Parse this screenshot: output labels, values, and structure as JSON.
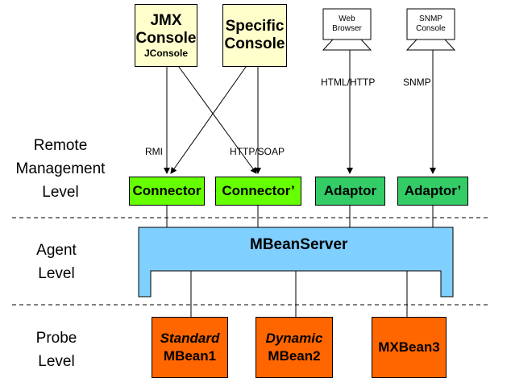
{
  "levels": {
    "remote": [
      "Remote",
      "Management",
      "Level"
    ],
    "agent": [
      "Agent",
      "Level"
    ],
    "probe": [
      "Probe",
      "Level"
    ]
  },
  "consoles": {
    "jmx": {
      "line1": "JMX",
      "line2": "Console",
      "sub": "JConsole"
    },
    "specific": {
      "line1": "Specific",
      "line2": "Console"
    }
  },
  "clients": {
    "web": {
      "line1": "Web",
      "line2": "Browser"
    },
    "snmp": {
      "line1": "SNMP",
      "line2": "Console"
    }
  },
  "protocols": {
    "rmi": "RMI",
    "soap": "HTTP/SOAP",
    "html": "HTML/HTTP",
    "snmp": "SNMP"
  },
  "connectors": [
    "Connector",
    "Connector’",
    "Adaptor",
    "Adaptor’"
  ],
  "mbeanserver": "MBeanServer",
  "mbeans": [
    {
      "kind": "Standard",
      "name": "MBean1"
    },
    {
      "kind": "Dynamic",
      "name": "MBean2"
    },
    {
      "kind": "",
      "name": "MXBean3"
    }
  ],
  "colors": {
    "console": "#ffffcc",
    "connector": "#66ff00",
    "adaptor": "#33cc66",
    "mbeanserver": "#7fcfff",
    "mbean": "#ff6600"
  }
}
